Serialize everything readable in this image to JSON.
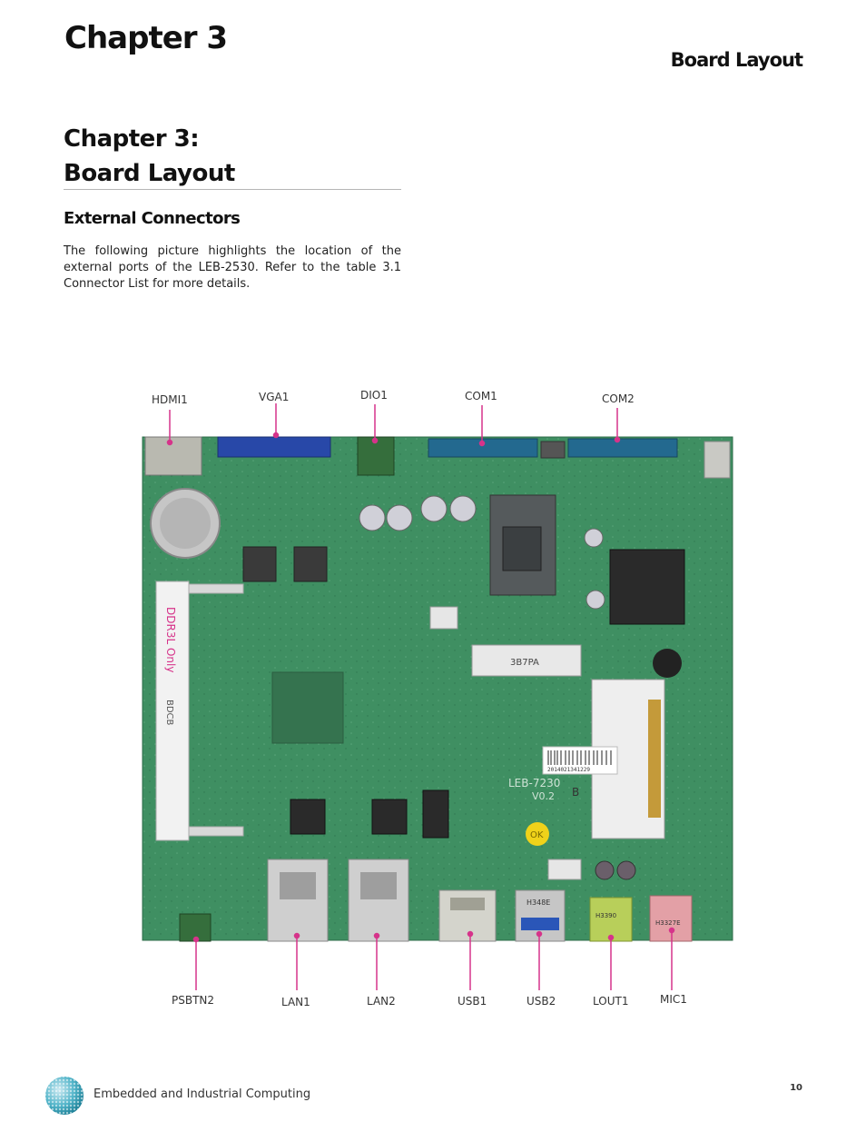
{
  "header": {
    "chapter": "Chapter 3",
    "section": "Board Layout"
  },
  "title": {
    "line1": "Chapter 3:",
    "line2": "Board Layout"
  },
  "subheading": "External Connectors",
  "intro": "The following picture highlights the location of the external ports of the LEB-2530. Refer to the table 3.1 Connector List for more details.",
  "connectors": {
    "top": [
      "HDMI1",
      "VGA1",
      "DIO1",
      "COM1",
      "COM2"
    ],
    "bottom": [
      "PSBTN2",
      "LAN1",
      "LAN2",
      "USB1",
      "USB2",
      "LOUT1",
      "MIC1"
    ]
  },
  "board_markings": {
    "ddr": "DDR3L Only",
    "bdc": "BDCB",
    "chip": "3B7PA",
    "barcode": "2014021341229",
    "model": "LEB-7230",
    "version": "V0.2",
    "rev": "B",
    "ok": "OK",
    "usb_chip": "H348E",
    "lout_chip": "H3390",
    "mic_chip": "H3327E"
  },
  "colors": {
    "pcb": "#3f8f62",
    "leader": "#d6338a",
    "text": "#1a1a1a"
  },
  "footer": {
    "company": "Embedded and Industrial Computing",
    "page": "10"
  }
}
